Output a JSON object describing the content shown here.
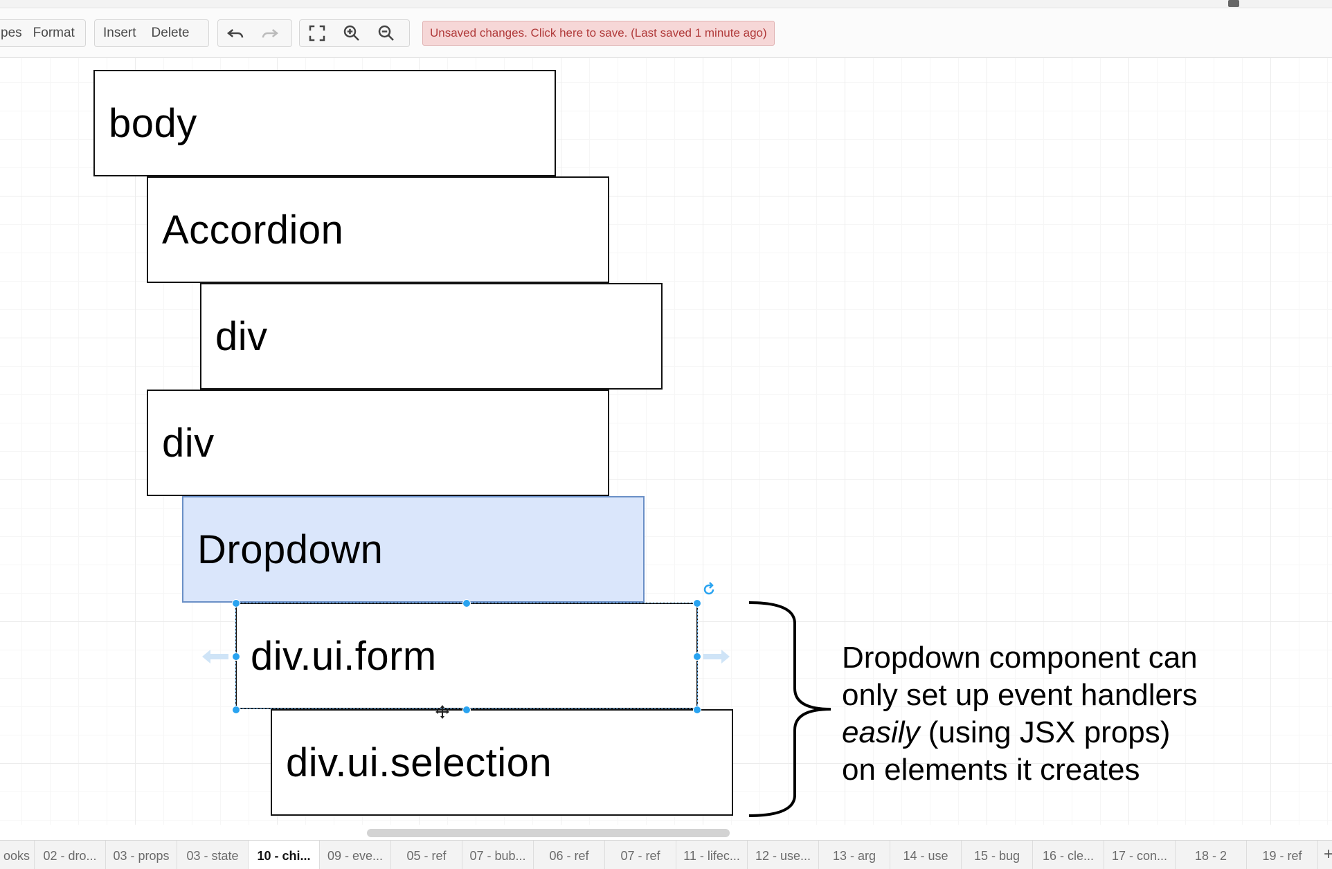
{
  "toolbar": {
    "menu_shapes_fragment": "pes",
    "menu_format": "Format",
    "insert_label": "Insert",
    "delete_label": "Delete",
    "icons": [
      "undo-icon",
      "redo-icon",
      "fullscreen-icon",
      "zoom-in-icon",
      "zoom-out-icon"
    ],
    "save_notice": "Unsaved changes. Click here to save. (Last saved 1 minute ago)"
  },
  "diagram": {
    "boxes": [
      "body",
      "Accordion",
      "div",
      "div",
      "Dropdown",
      "div.ui.form",
      "div.ui.selection"
    ],
    "highlight_color": "#dae6fb",
    "selection_color": "#29a3f0",
    "annotation": {
      "line1": "Dropdown component can",
      "line2": "only set up event handlers",
      "line3_em": "easily",
      "line3_rest": " (using JSX props)",
      "line4": "on elements it creates"
    }
  },
  "page_tabs": [
    "ooks",
    "02 - dro...",
    "03 - props",
    "03 - state",
    "10 - chi...",
    "09 - eve...",
    "05 - ref",
    "07 - bub...",
    "06 - ref",
    "07 - ref",
    "11 - lifec...",
    "12 - use...",
    "13 - arg",
    "14 - use",
    "15 - bug",
    "16 - cle...",
    "17 - con...",
    "18 - 2",
    "19 - ref"
  ],
  "active_tab": "10 - chi...",
  "add_tab_label": "+"
}
